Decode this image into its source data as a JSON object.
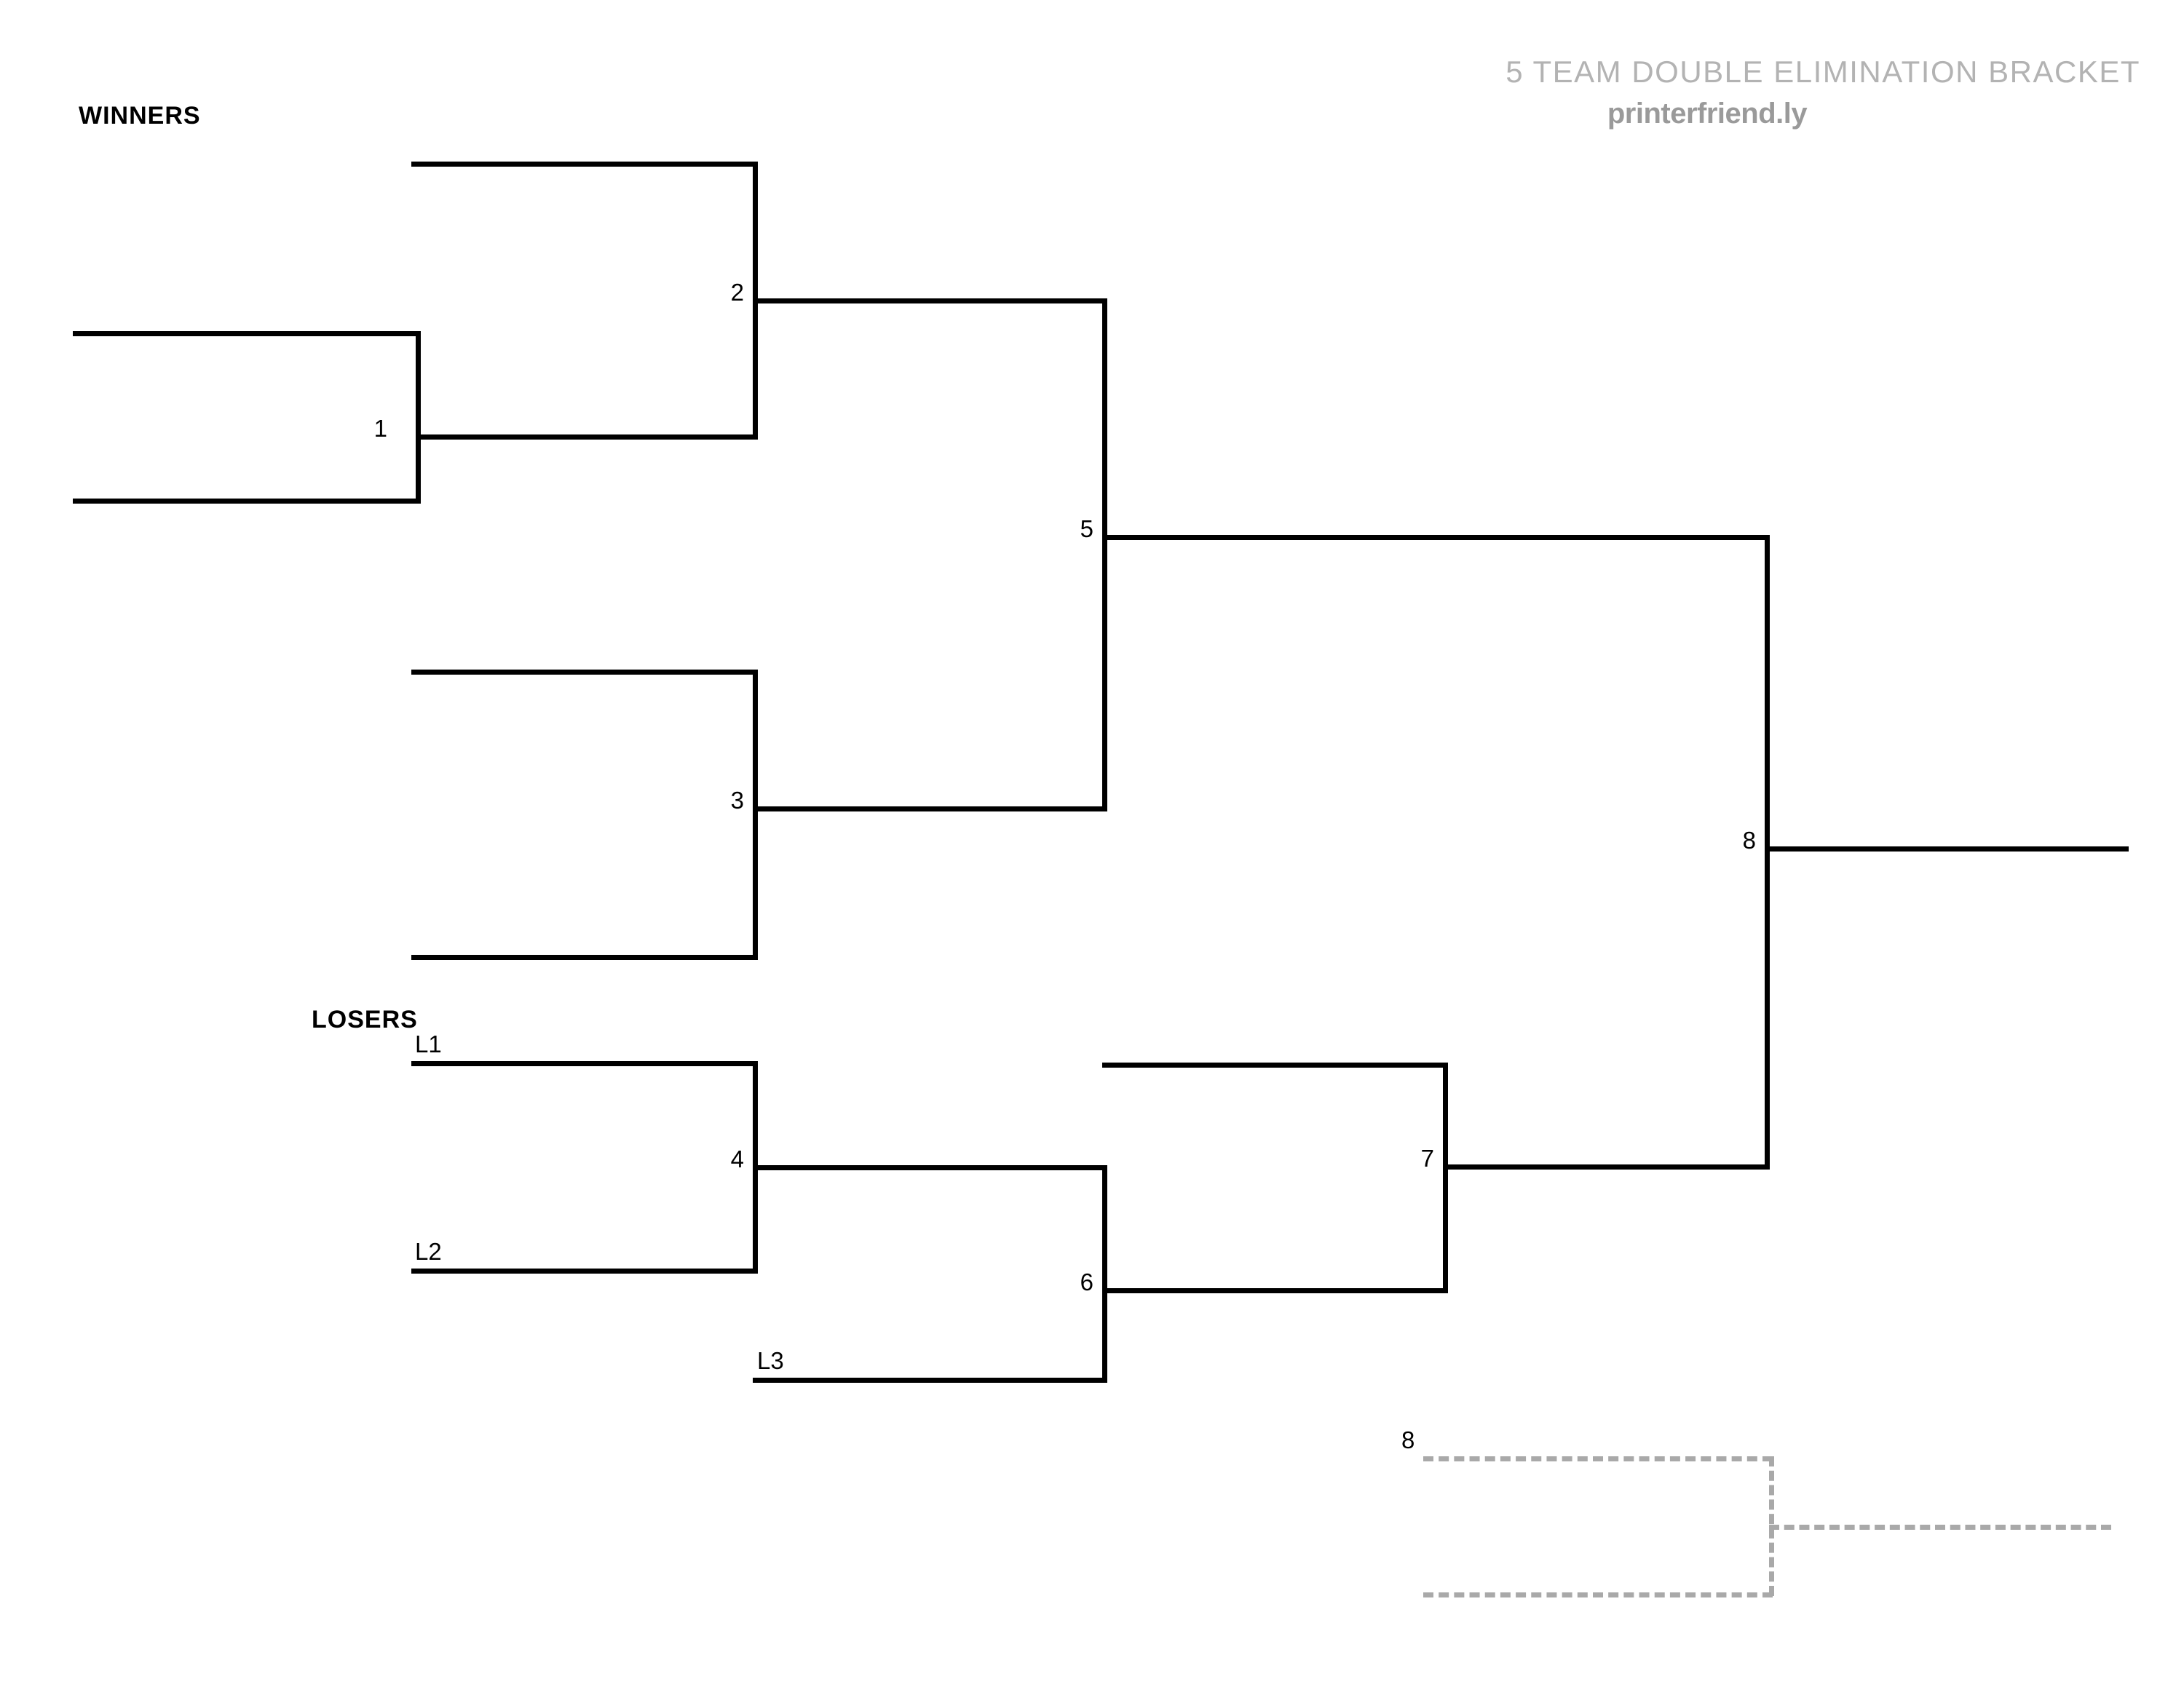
{
  "header": {
    "title": "5 TEAM DOUBLE ELIMINATION BRACKET",
    "brand": "printerfriend.ly",
    "title_color": "#b3b3b3",
    "brand_color": "#9a9a9a"
  },
  "sections": {
    "winners_label": "WINNERS",
    "losers_label": "LOSERS"
  },
  "colors": {
    "line": "#000000",
    "dashed_line": "#a9a9a9",
    "background": "#ffffff"
  },
  "winners_bracket": {
    "matches": [
      {
        "id": "m1",
        "number": "1"
      },
      {
        "id": "m2",
        "number": "2"
      },
      {
        "id": "m3",
        "number": "3"
      },
      {
        "id": "m5",
        "number": "5"
      }
    ]
  },
  "losers_bracket": {
    "seeds": [
      {
        "id": "l1",
        "label": "L1"
      },
      {
        "id": "l2",
        "label": "L2"
      },
      {
        "id": "l3",
        "label": "L3"
      }
    ],
    "matches": [
      {
        "id": "m4",
        "number": "4"
      },
      {
        "id": "m6",
        "number": "6"
      },
      {
        "id": "m7",
        "number": "7"
      }
    ]
  },
  "final": {
    "matches": [
      {
        "id": "m8",
        "number": "8"
      }
    ]
  },
  "if_necessary": {
    "number": "8"
  }
}
